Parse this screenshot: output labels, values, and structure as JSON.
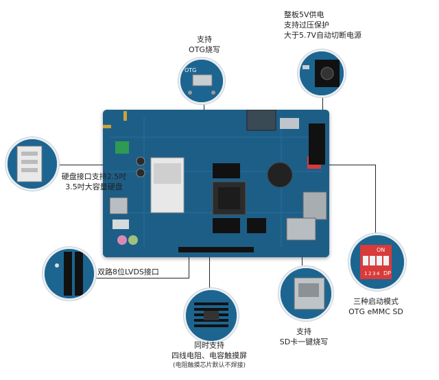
{
  "callouts": {
    "otg": {
      "line1": "支持",
      "line2": "OTG烧写"
    },
    "power": {
      "line1": "整板5V供电",
      "line2": "支持过压保护",
      "line3": "大于5.7V自动切断电源"
    },
    "hdd": {
      "line1": "硬盘接口支持2.5吋",
      "line2": "3.5吋大容量硬盘"
    },
    "lvds": {
      "line1": "双路8位LVDS接口"
    },
    "boot": {
      "line1": "三种启动模式",
      "line2": "OTG eMMC SD"
    },
    "touch": {
      "line1": "同时支持",
      "line2": "四线电阻、电容触摸屏",
      "line3": "(电阻触摸芯片默认不焊接)"
    },
    "sd": {
      "line1": "支持",
      "line2": "SD卡一键烧写"
    }
  },
  "board_marks": {
    "otg_silk": "OTG",
    "dip_on": "ON",
    "dip_dp": "DP",
    "dip_nums": [
      "1",
      "2",
      "3",
      "4"
    ]
  }
}
